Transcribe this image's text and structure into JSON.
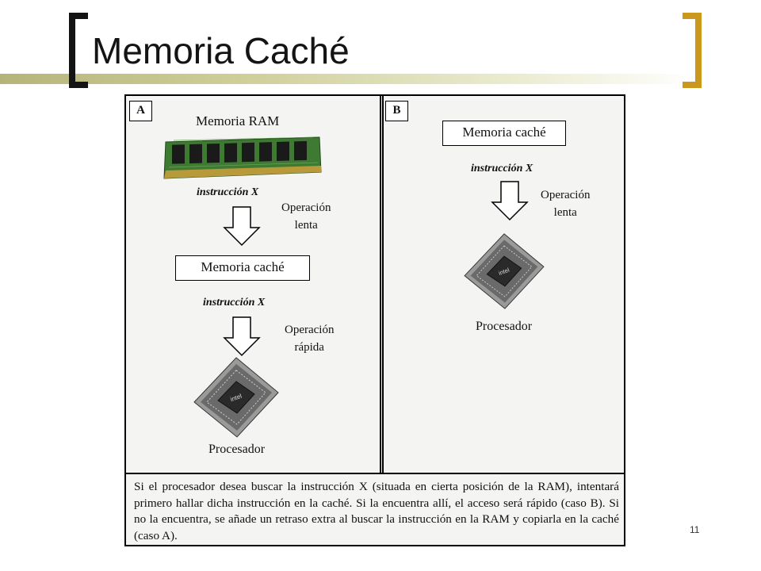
{
  "slide": {
    "title": "Memoria Caché",
    "page_number": "11"
  },
  "figure": {
    "panel_a": {
      "tag": "A",
      "ram_label": "Memoria RAM",
      "instruction_1": "instrucción X",
      "op_slow_line1": "Operación",
      "op_slow_line2": "lenta",
      "cache_label": "Memoria caché",
      "instruction_2": "instrucción X",
      "op_fast_line1": "Operación",
      "op_fast_line2": "rápida",
      "processor_label": "Procesador",
      "chip_brand": "intel"
    },
    "panel_b": {
      "tag": "B",
      "cache_label": "Memoria caché",
      "instruction": "instrucción X",
      "op_line1": "Operación",
      "op_line2": "lenta",
      "processor_label": "Procesador",
      "chip_brand": "intel"
    },
    "caption": "Si el procesador desea buscar la instrucción X (situada en cierta posición de la RAM), intentará primero hallar dicha instrucción en la caché. Si la encuentra allí, el acceso será rápido (caso B). Si no la encuentra, se añade un retraso extra al buscar la instrucción en la RAM y copiarla en la caché (caso A)."
  },
  "colors": {
    "left_bracket": "#141414",
    "right_bracket": "#c9981c",
    "title_bar": "#b4b47a",
    "ram_board": "#3f7a32",
    "chip_body": "#2a2a2a"
  },
  "icons": {
    "arrow": "down-arrow-icon",
    "ram": "ram-module-icon",
    "chip": "processor-chip-icon"
  }
}
